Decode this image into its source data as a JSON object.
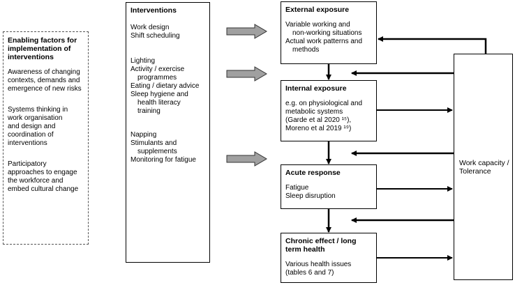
{
  "enabling_factors": {
    "title": "Enabling factors for\nimplementation of\ninterventions",
    "items": [
      "Awareness of changing\ncontexts, demands and\nemergence of new risks",
      "Systems thinking in\nwork organisation\nand design and\ncoordination of\ninterventions",
      "Participatory\napproaches to engage\nthe workforce and\nembed cultural change"
    ]
  },
  "interventions": {
    "title": "Interventions",
    "groups": [
      [
        "Work design",
        "Shift scheduling"
      ],
      [
        "Lighting",
        "Activity / exercise\nprogrammes",
        "Eating / dietary advice",
        "Sleep hygiene and\nhealth literacy\ntraining"
      ],
      [
        "Napping",
        "Stimulants and\nsupplements",
        "Monitoring for fatigue"
      ]
    ]
  },
  "external_exposure": {
    "title": "External exposure",
    "items": [
      "Variable working and\nnon-working situations",
      "Actual work patterns and\nmethods"
    ]
  },
  "internal_exposure": {
    "title": "Internal exposure",
    "text": "e.g. on physiological and\nmetabolic systems\n(Garde et al 2020 ¹⁵),\nMoreno et al 2019 ¹⁹)"
  },
  "acute_response": {
    "title": "Acute response",
    "items": [
      "Fatigue",
      "Sleep disruption"
    ]
  },
  "chronic_effect": {
    "title": "Chronic effect / long\nterm health",
    "text": "Various health issues\n(tables 6 and 7)"
  },
  "work_capacity": {
    "label": "Work capacity /\nTolerance"
  }
}
